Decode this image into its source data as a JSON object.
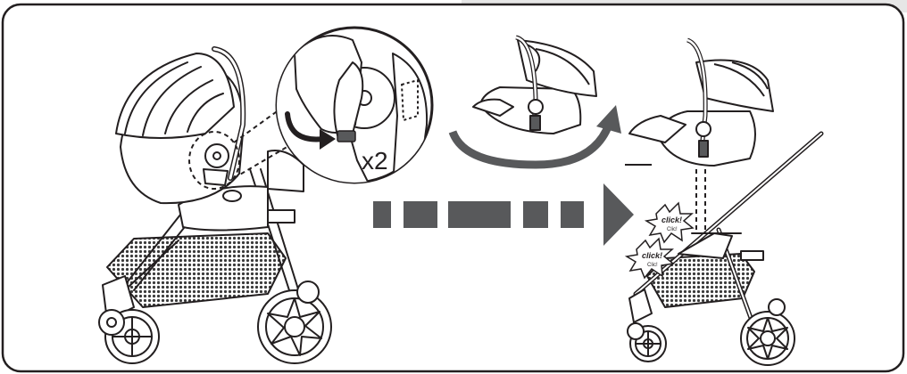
{
  "panel": {
    "frame_color": "#231f20",
    "accent_gray": "#58595b",
    "tab_gray": "#e6e6e6",
    "basket_color": "#3a3a3a"
  },
  "step_left": {
    "magnifier": {
      "press_count_label": "x2"
    }
  },
  "transition": {
    "arrow_color": "#58595b",
    "dash_count": 5
  },
  "step_right": {
    "click_sound_1": {
      "main": "click!",
      "sub": "Clic!"
    },
    "click_sound_2": {
      "main": "click!",
      "sub": "Clic!"
    }
  },
  "icons": [
    "car-seat-icon",
    "stroller-icon",
    "magnifier-inset",
    "press-button-arrow",
    "rotate-arrow",
    "dashed-arrow",
    "click-burst"
  ]
}
